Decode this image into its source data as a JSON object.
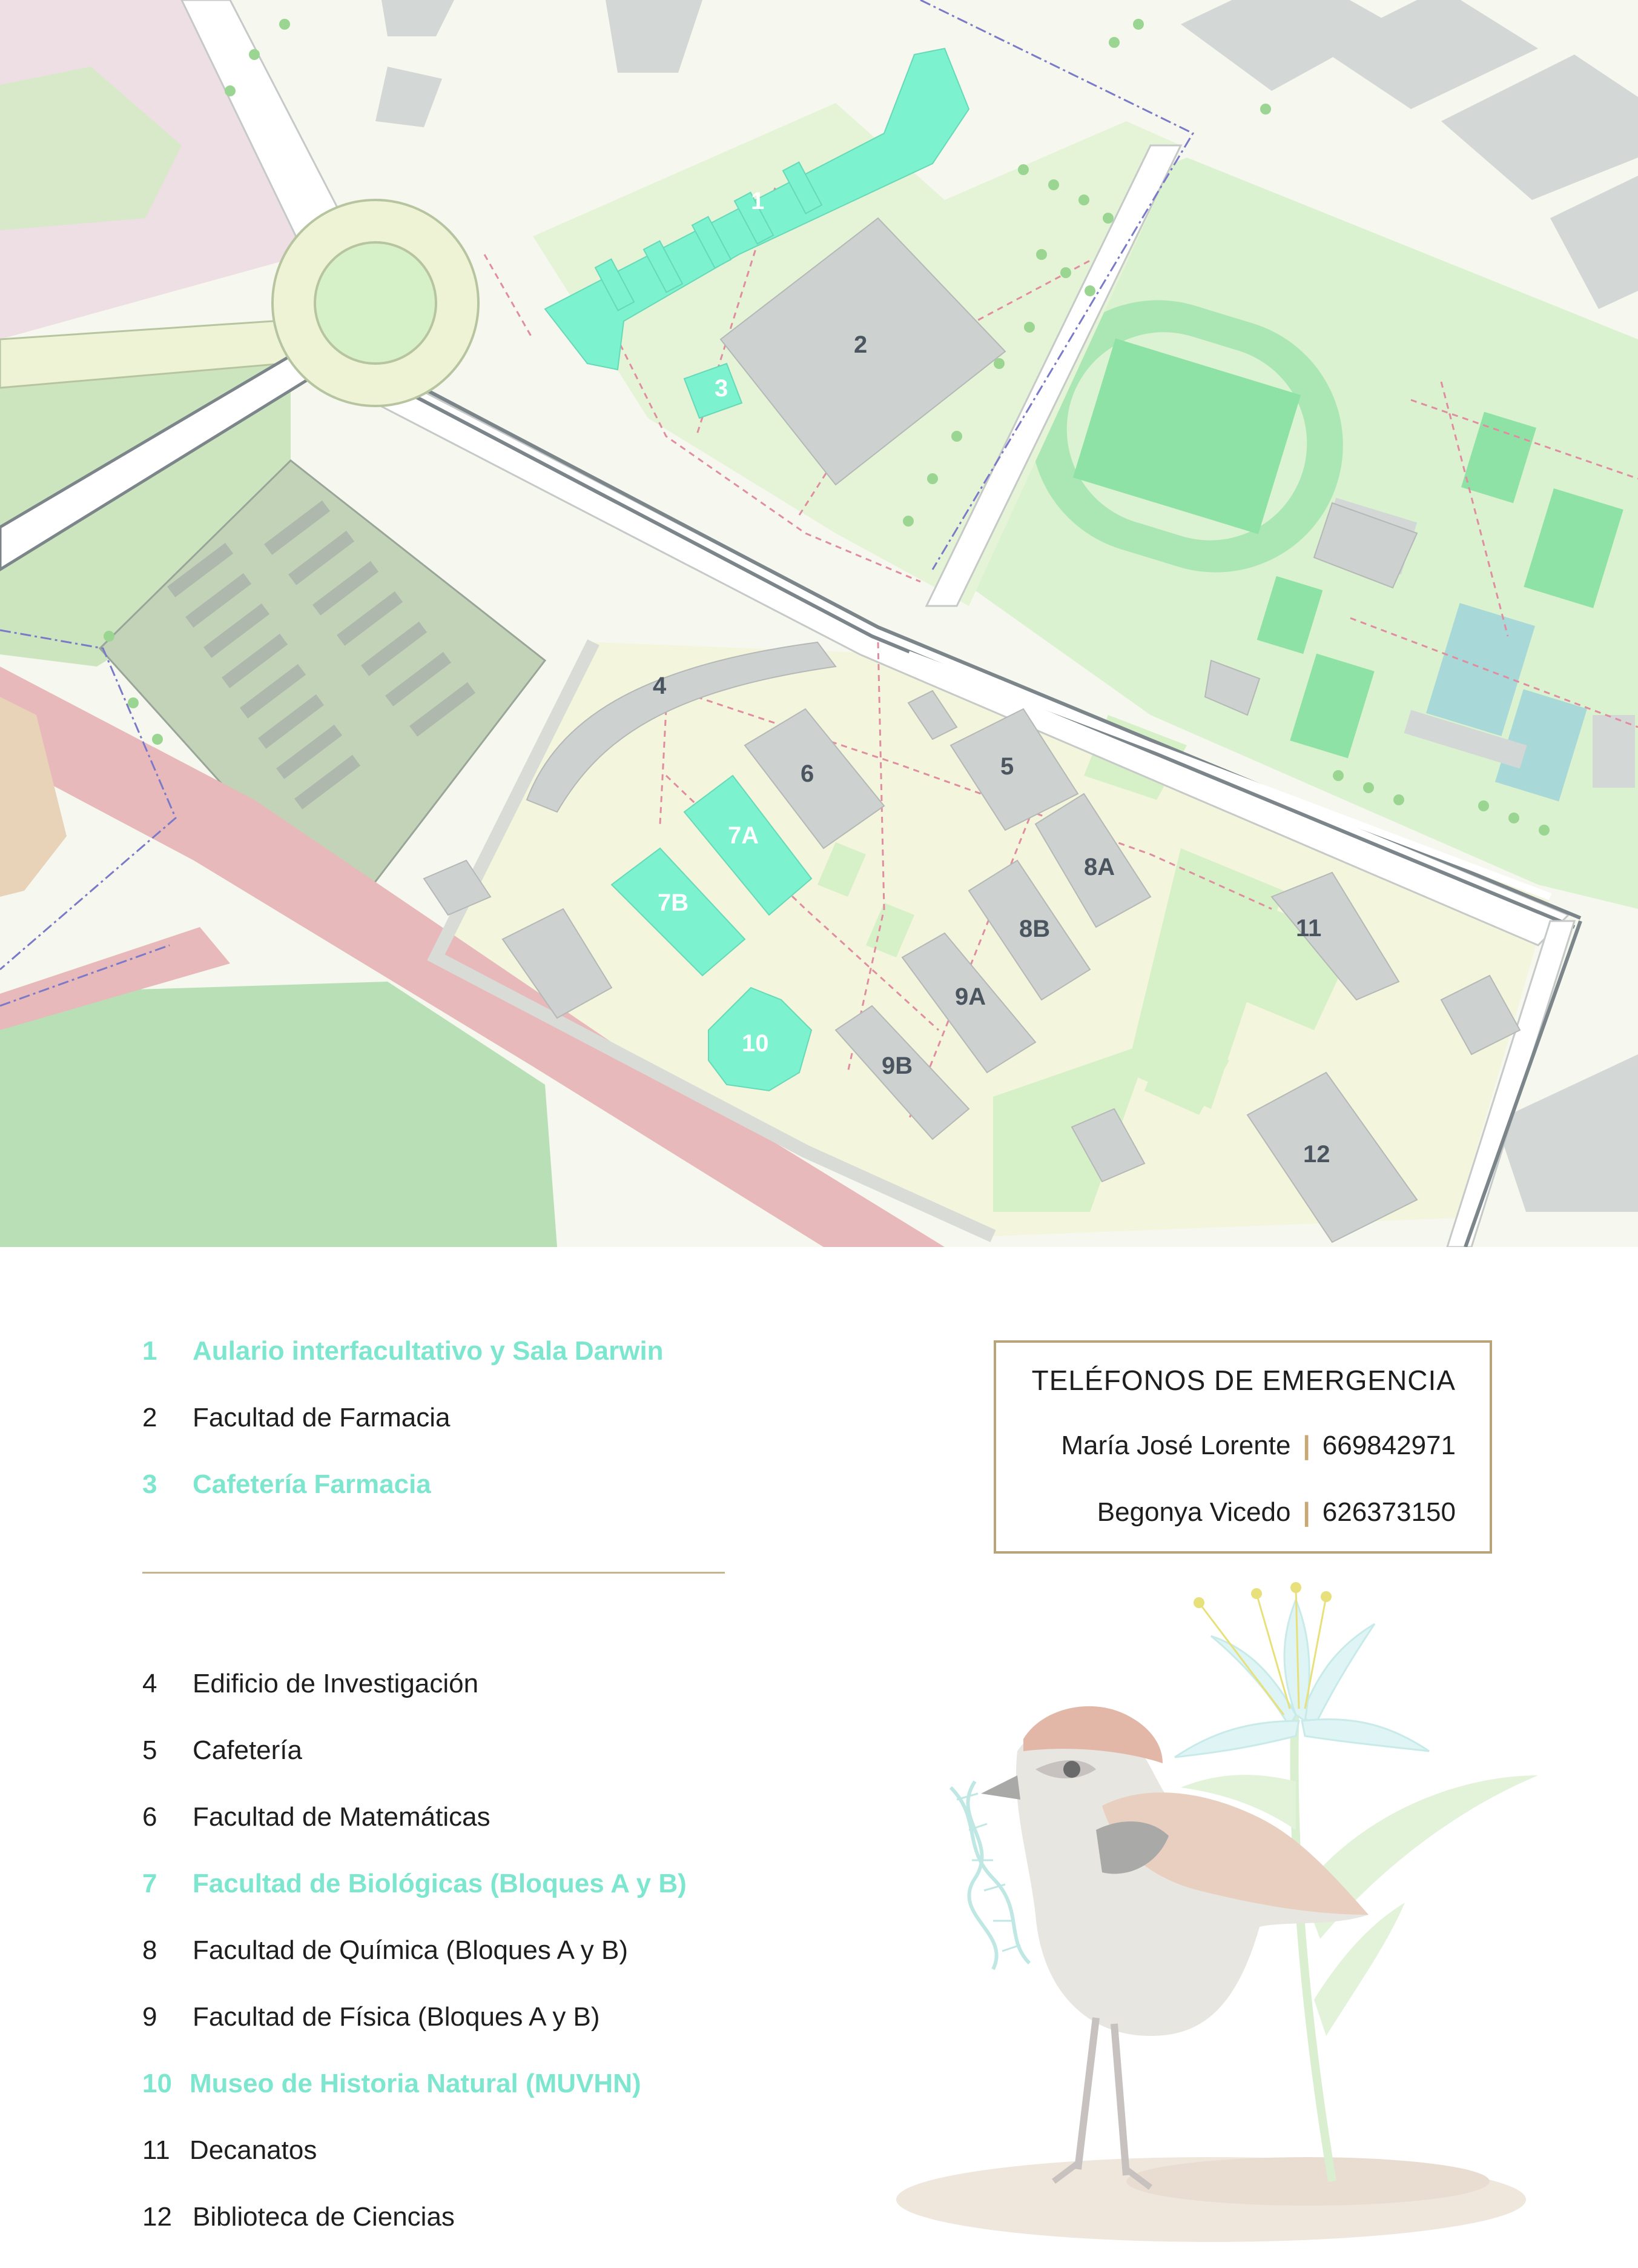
{
  "map": {
    "buildings": [
      {
        "id": "1",
        "label": "1",
        "highlight": true
      },
      {
        "id": "2",
        "label": "2",
        "highlight": false
      },
      {
        "id": "3",
        "label": "3",
        "highlight": true
      },
      {
        "id": "4",
        "label": "4",
        "highlight": false
      },
      {
        "id": "5",
        "label": "5",
        "highlight": false
      },
      {
        "id": "6",
        "label": "6",
        "highlight": false
      },
      {
        "id": "7A",
        "label": "7A",
        "highlight": true
      },
      {
        "id": "7B",
        "label": "7B",
        "highlight": true
      },
      {
        "id": "8A",
        "label": "8A",
        "highlight": false
      },
      {
        "id": "8B",
        "label": "8B",
        "highlight": false
      },
      {
        "id": "9A",
        "label": "9A",
        "highlight": false
      },
      {
        "id": "9B",
        "label": "9B",
        "highlight": false
      },
      {
        "id": "10",
        "label": "10",
        "highlight": true
      },
      {
        "id": "11",
        "label": "11",
        "highlight": false
      },
      {
        "id": "12",
        "label": "12",
        "highlight": false
      }
    ],
    "colors": {
      "highlight_building": "#7df2cf",
      "building": "#cdd1cf",
      "park": "#d6f0c8",
      "sports": "#98e8ad",
      "highway": "#e8b9ba",
      "road": "#ffffff",
      "path": "#e08da0"
    }
  },
  "legend": {
    "group1": [
      {
        "num": "1",
        "name": "Aulario interfacultativo y Sala Darwin",
        "highlight": true
      },
      {
        "num": "2",
        "name": "Facultad de Farmacia",
        "highlight": false
      },
      {
        "num": "3",
        "name": "Cafetería Farmacia",
        "highlight": true
      }
    ],
    "group2": [
      {
        "num": "4",
        "name": "Edificio de Investigación",
        "highlight": false
      },
      {
        "num": "5",
        "name": "Cafetería",
        "highlight": false
      },
      {
        "num": "6",
        "name": "Facultad de Matemáticas",
        "highlight": false
      },
      {
        "num": "7",
        "name": "Facultad de Biológicas (Bloques A y B)",
        "highlight": true
      },
      {
        "num": "8",
        "name": "Facultad de Química (Bloques A y B)",
        "highlight": false
      },
      {
        "num": "9",
        "name": "Facultad de Física (Bloques A y B)",
        "highlight": false
      },
      {
        "num": "10",
        "name": "Museo de Historia Natural (MUVHN)",
        "highlight": true
      },
      {
        "num": "11",
        "name": "Decanatos",
        "highlight": false
      },
      {
        "num": "12",
        "name": "Biblioteca de Ciencias",
        "highlight": false
      }
    ],
    "accent_color": "#7de6cf"
  },
  "emergency": {
    "title": "TELÉFONOS DE EMERGENCIA",
    "contacts": [
      {
        "name": "María José Lorente",
        "separator": "|",
        "phone": "669842971"
      },
      {
        "name": "Begonya Vicedo",
        "separator": "|",
        "phone": "626373150"
      }
    ],
    "border_color": "#b9a47a"
  },
  "illustration": {
    "icon": "sparrow-with-dna-and-flower-icon"
  }
}
